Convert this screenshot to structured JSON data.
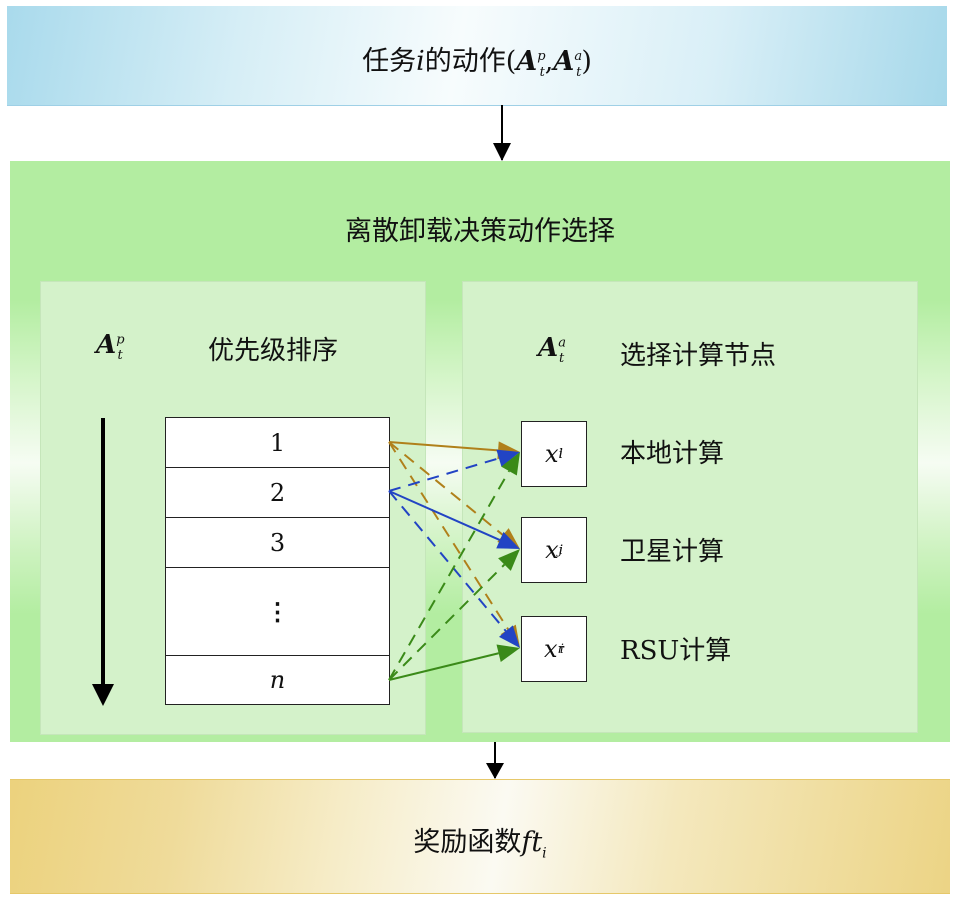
{
  "top_box": {
    "text_prefix": "任务",
    "var_i": "i",
    "text_mid": "的动作(",
    "A": "A",
    "sup_p": "p",
    "sub_t": "t",
    "comma": ",",
    "sup_a": "a",
    "close": ")"
  },
  "middle_box": {
    "title": "离散卸载决策动作选择",
    "left_panel": {
      "symbol": "A",
      "symbol_sup": "p",
      "symbol_sub": "t",
      "heading": "优先级排序",
      "list_items": [
        "1",
        "2",
        "3",
        "⋮",
        "n"
      ]
    },
    "right_panel": {
      "symbol": "A",
      "symbol_sup": "a",
      "symbol_sub": "t",
      "heading": "选择计算节点",
      "nodes": [
        {
          "var": "x",
          "sup": "l",
          "sub": "i",
          "label": "本地计算"
        },
        {
          "var": "x",
          "sup": "j",
          "sub": "i",
          "label": "卫星计算"
        },
        {
          "var": "x",
          "sup": "r",
          "sub": "i",
          "label": "RSU计算"
        }
      ]
    },
    "arrow_colors": {
      "task1": "#b0801a",
      "task2": "#2244c4",
      "taskn": "#3a8a18"
    }
  },
  "bottom_box": {
    "text": "奖励函数",
    "math": "ft",
    "sub": "i"
  }
}
